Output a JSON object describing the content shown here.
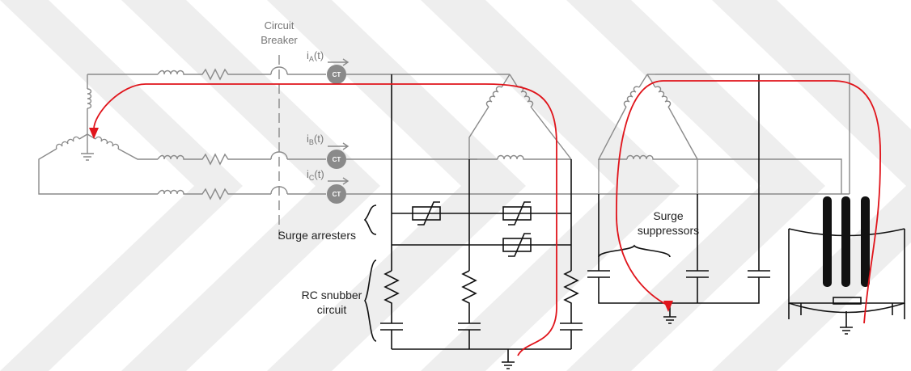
{
  "labels": {
    "circuit_breaker_1": "Circuit",
    "circuit_breaker_2": "Breaker",
    "ia": "i",
    "ia_sub": "A",
    "ia_tail": "(t)",
    "ib": "i",
    "ib_sub": "B",
    "ib_tail": "(t)",
    "ic": "i",
    "ic_sub": "C",
    "ic_tail": "(t)",
    "ct": "CT",
    "surge_arresters": "Surge arresters",
    "surge_suppressors_1": "Surge",
    "surge_suppressors_2": "suppressors",
    "rc_snubber_1": "RC snubber",
    "rc_snubber_2": "circuit"
  },
  "colors": {
    "wire_gray": "#8a8a8a",
    "wire_black": "#111111",
    "fault_path": "#e0141b",
    "watermark": "#ececec"
  }
}
